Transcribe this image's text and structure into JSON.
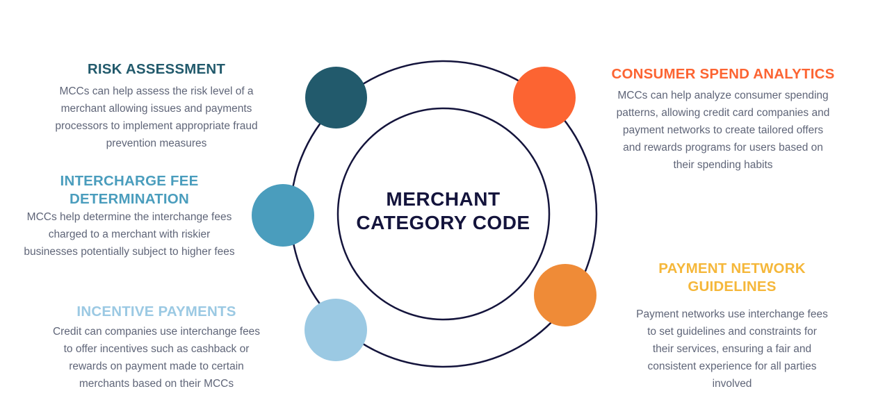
{
  "center": {
    "title_lines": [
      "MERCHANT",
      "CATEGORY CODE"
    ]
  },
  "colors": {
    "risk": "#225a6c",
    "interchange": "#4a9dbd",
    "incentive": "#9bc9e3",
    "consumer": "#fc6432",
    "payment": "#ef8b37",
    "payment_heading": "#f5b73a",
    "ring": "#14143c",
    "body_text": "#5f6578"
  },
  "sections": {
    "risk": {
      "heading_lines": [
        "RISK ASSESSMENT"
      ],
      "text_lines": [
        "MCCs can help assess the risk level of a",
        "merchant allowing issues and payments",
        "processors to implement appropriate fraud",
        "prevention measures"
      ]
    },
    "interchange": {
      "heading_lines": [
        "INTERCHARGE FEE",
        "DETERMINATION"
      ],
      "text_lines": [
        "MCCs help determine the interchange fees",
        "charged to a merchant with riskier",
        "businesses potentially subject to higher fees"
      ]
    },
    "incentive": {
      "heading_lines": [
        "INCENTIVE PAYMENTS"
      ],
      "text_lines": [
        "Credit can companies use interchange fees",
        "to offer incentives such as cashback or",
        "rewards on payment made to certain",
        "merchants based on their MCCs"
      ]
    },
    "consumer": {
      "heading_lines": [
        "CONSUMER SPEND ANALYTICS"
      ],
      "text_lines": [
        "MCCs can help analyze consumer spending",
        "patterns, allowing credit card companies and",
        "payment networks to create tailored offers",
        "and rewards programs for users based on",
        "their spending habits"
      ]
    },
    "payment": {
      "heading_lines": [
        "PAYMENT NETWORK",
        "GUIDELINES"
      ],
      "text_lines": [
        "Payment networks use interchange fees",
        "to set guidelines and constraints for",
        "their services, ensuring a fair and",
        "consistent experience for all parties",
        "involved"
      ]
    }
  }
}
